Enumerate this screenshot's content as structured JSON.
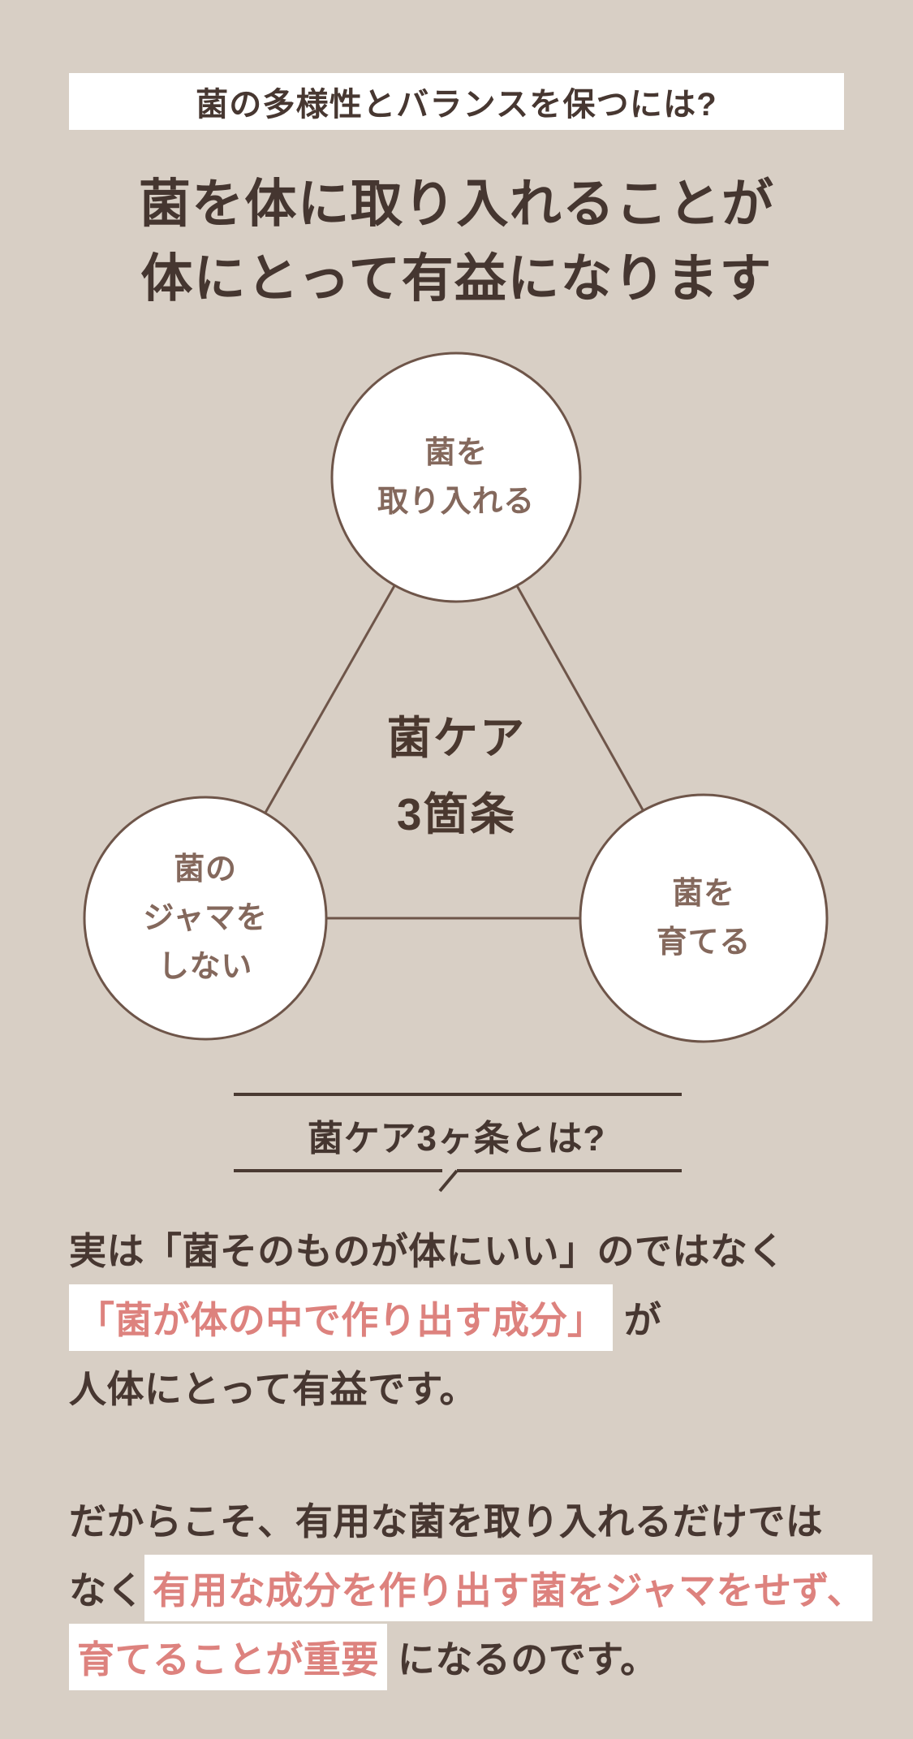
{
  "colors": {
    "background": "#d8cfc5",
    "text_dark": "#473731",
    "diagram_brown": "#6e5549",
    "circle_text_brown": "#84685c",
    "highlight_text_pink": "#dd827e",
    "highlight_background": "#ffffff"
  },
  "header": {
    "label": "菌の多様性とバランスを保つには?",
    "title_line1": "菌を体に取り入れることが",
    "title_line2": "体にとって有益になります"
  },
  "diagram": {
    "center_line1": "菌ケア",
    "center_line2": "3箇条",
    "circles": [
      {
        "id": "intake",
        "lines": [
          "菌を",
          "取り入れる"
        ]
      },
      {
        "id": "no-interfere",
        "lines": [
          "菌の",
          "ジャマを",
          "しない"
        ]
      },
      {
        "id": "grow",
        "lines": [
          "菌を",
          "育てる"
        ]
      }
    ]
  },
  "section": {
    "title": "菌ケア3ヶ条とは?"
  },
  "body": {
    "paragraph1": [
      [
        {
          "text": "実は「菌そのものが体にいい」のではなく",
          "highlight": false
        }
      ],
      [
        {
          "text": "「菌が体の中で作り出す成分」",
          "highlight": true
        },
        {
          "text": " が",
          "highlight": false
        }
      ],
      [
        {
          "text": "人体にとって有益です。",
          "highlight": false
        }
      ]
    ],
    "paragraph2": [
      [
        {
          "text": "だからこそ、有用な菌を取り入れるだけでは",
          "highlight": false
        }
      ],
      [
        {
          "text": "なく",
          "highlight": false
        },
        {
          "text": "有用な成分を作り出す菌をジャマをせず、",
          "highlight": true
        }
      ],
      [
        {
          "text": "育てることが重要",
          "highlight": true
        },
        {
          "text": " になるのです。",
          "highlight": false
        }
      ]
    ]
  }
}
